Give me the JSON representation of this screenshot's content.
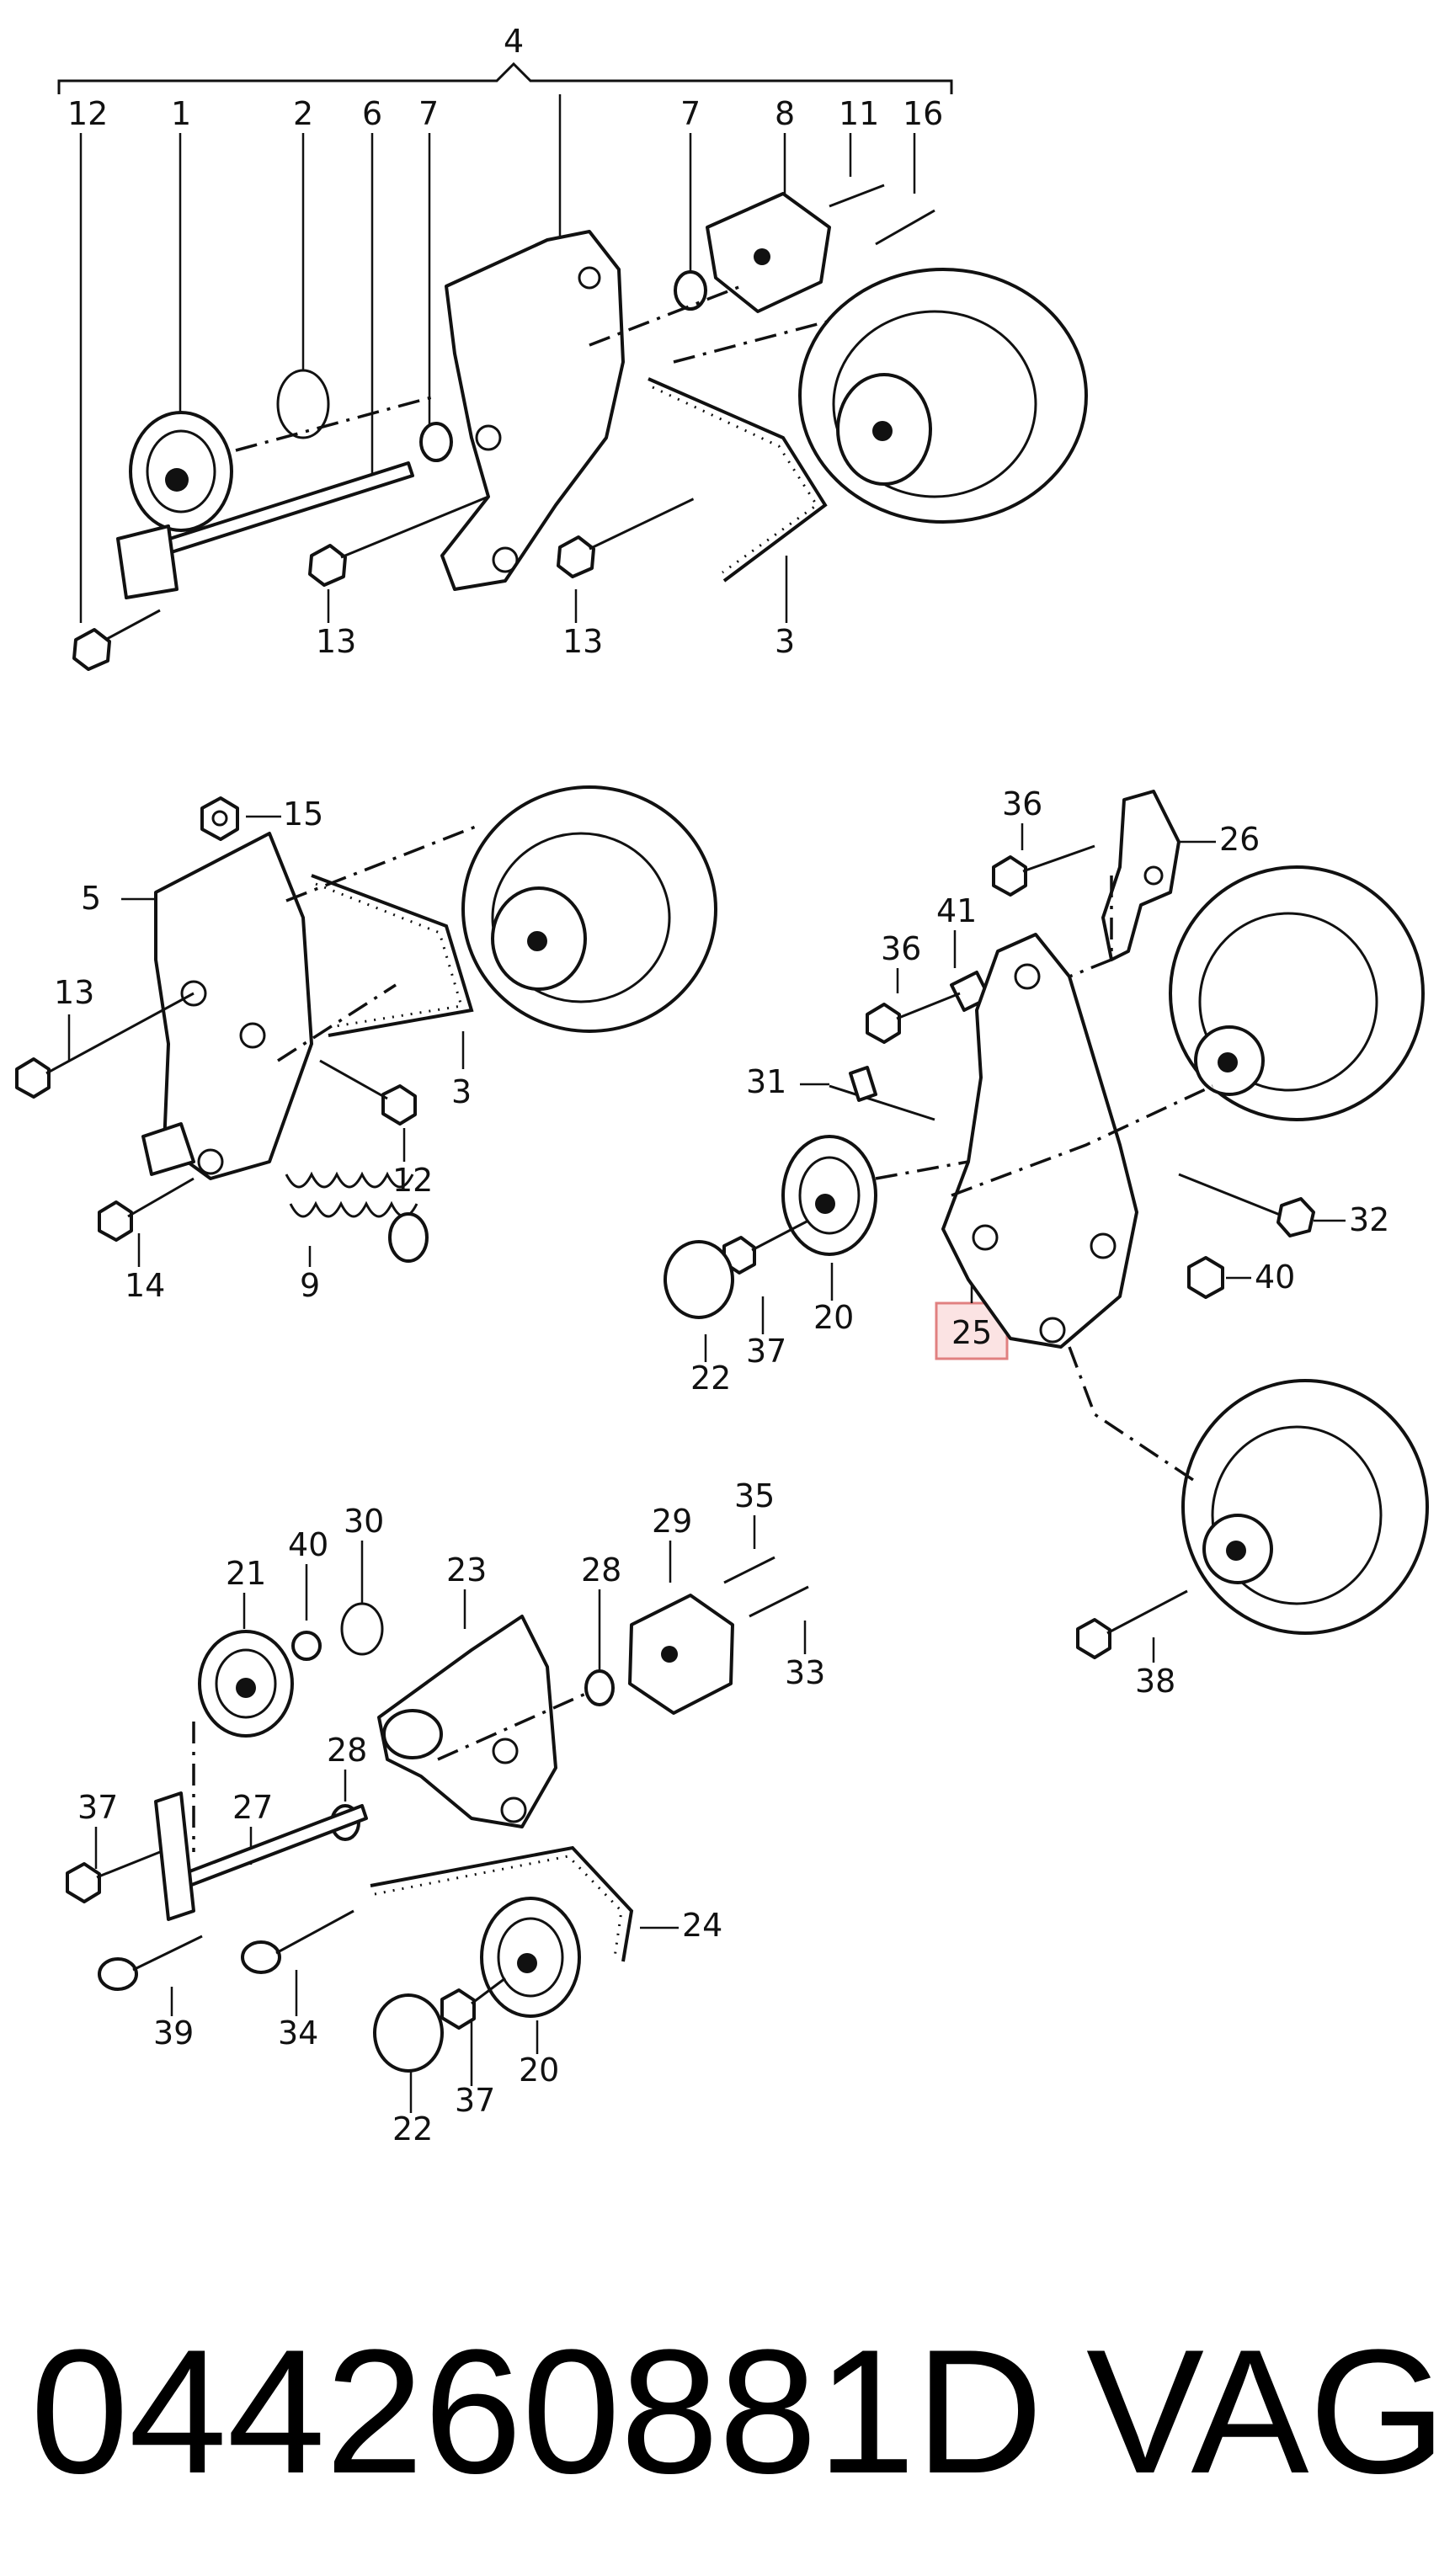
{
  "diagram": {
    "top_group": {
      "bracket_label": "4",
      "callouts": [
        "12",
        "1",
        "2",
        "6",
        "7",
        "7",
        "8",
        "11",
        "16",
        "13",
        "13",
        "3"
      ]
    },
    "middle_left_group": {
      "callouts": [
        "15",
        "5",
        "13",
        "3",
        "12",
        "14",
        "9"
      ]
    },
    "middle_right_group": {
      "callouts": [
        "36",
        "26",
        "41",
        "36",
        "31",
        "32",
        "40",
        "22",
        "37",
        "20",
        "25",
        "38"
      ],
      "highlighted_callout": "25",
      "highlight_color": "#fbe3e3"
    },
    "bottom_group": {
      "callouts": [
        "21",
        "40",
        "30",
        "23",
        "28",
        "29",
        "35",
        "33",
        "37",
        "27",
        "28",
        "24",
        "39",
        "34",
        "20",
        "22",
        "37"
      ]
    }
  },
  "footer": {
    "part_number": "044260881D",
    "brand": "VAG"
  }
}
